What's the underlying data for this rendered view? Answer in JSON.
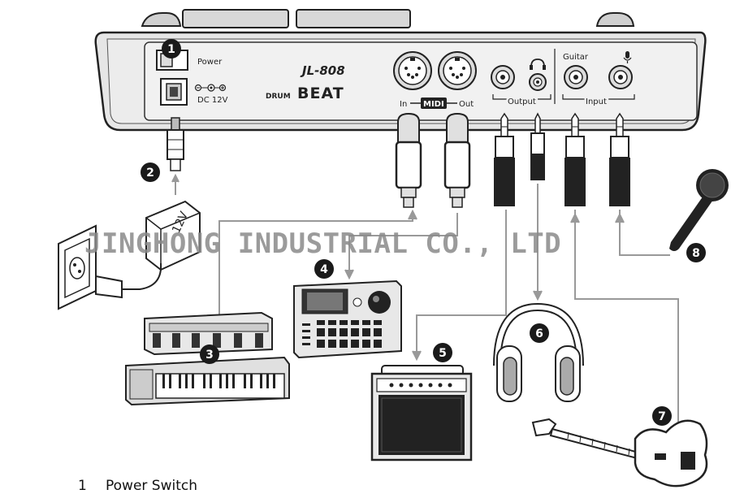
{
  "device": {
    "power_label": "Power",
    "dc_label": "DC 12V",
    "model": "JL-808",
    "brand_prefix": "DRUM",
    "brand_main": "BEAT",
    "midi_in": "In",
    "midi": "MIDI",
    "midi_out": "Out",
    "output": "Output",
    "guitar": "Guitar",
    "input": "Input"
  },
  "adapter_label": "12V",
  "watermark": "JINGHONG INDUSTRIAL CO., LTD",
  "callouts": [
    "1",
    "2",
    "3",
    "4",
    "5",
    "6",
    "7",
    "8"
  ],
  "caption": {
    "number": "1",
    "text": "Power Switch"
  },
  "colors": {
    "body": "#e6e6e6",
    "outline": "#222222",
    "line": "#999999",
    "watermark": "#8a8a8a",
    "callout": "#1a1a1a"
  }
}
